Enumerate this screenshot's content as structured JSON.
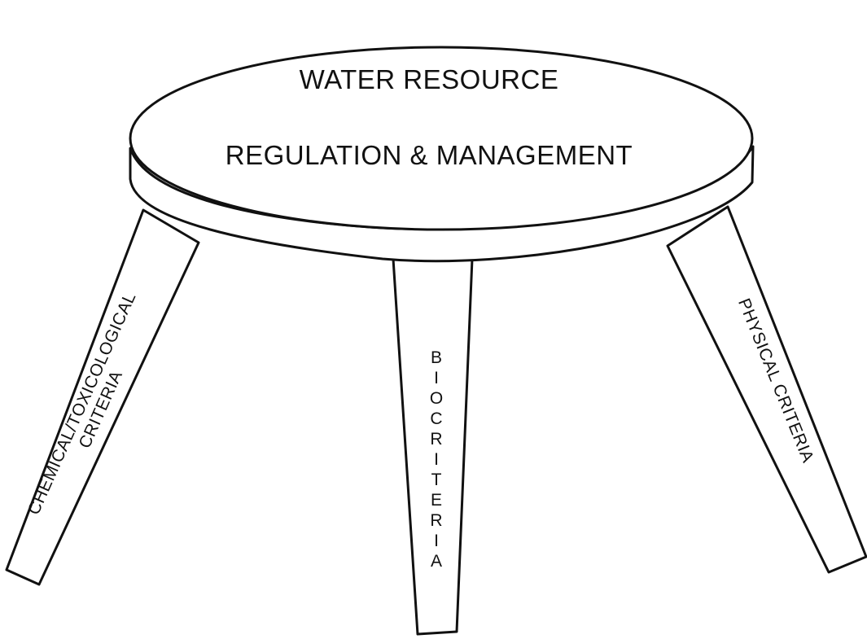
{
  "seat": {
    "line1": "WATER RESOURCE",
    "line2": "REGULATION & MANAGEMENT"
  },
  "legs": {
    "left": {
      "line1": "CHEMICAL/TOXICOLOGICAL",
      "line2": "CRITERIA"
    },
    "center": {
      "letters": [
        "B",
        "I",
        "O",
        "C",
        "R",
        "I",
        "T",
        "E",
        "R",
        "I",
        "A"
      ]
    },
    "right": {
      "label": "PHYSICAL CRITERIA"
    }
  },
  "colors": {
    "ink": "#111111",
    "background": "#ffffff"
  }
}
